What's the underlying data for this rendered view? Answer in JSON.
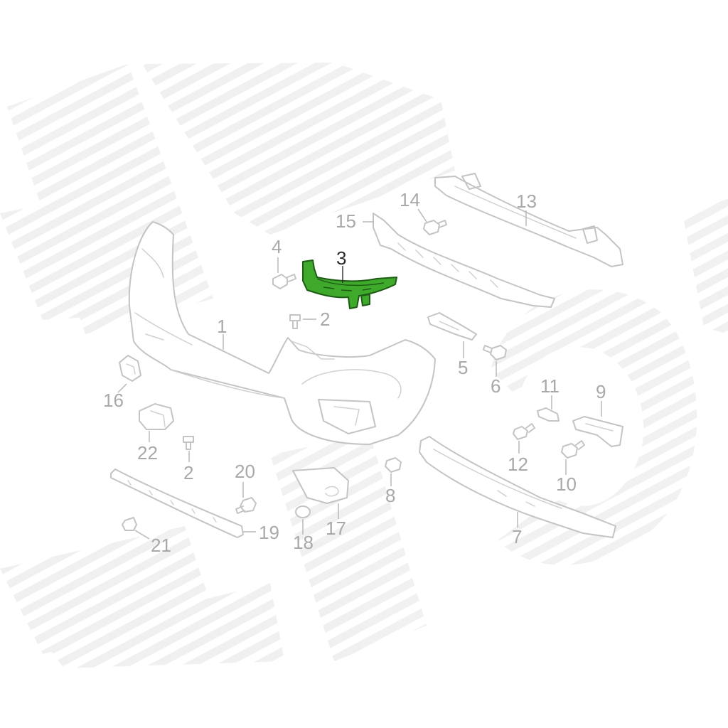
{
  "diagram": {
    "highlighted_part": "3",
    "colors": {
      "highlight": "#3fa92c",
      "highlight_outline": "#1d5c14",
      "part_outline": "#c4c4c4",
      "label": "#a9a9a9",
      "highlight_label": "#2a2a2a",
      "watermark_stripes": "#efefef"
    },
    "callouts": {
      "p1": "1",
      "p2a": "2",
      "p2b": "2",
      "p3": "3",
      "p4": "4",
      "p5": "5",
      "p6": "6",
      "p7": "7",
      "p8": "8",
      "p9": "9",
      "p10": "10",
      "p11": "11",
      "p12": "12",
      "p13": "13",
      "p14": "14",
      "p15": "15",
      "p16": "16",
      "p17": "17",
      "p18": "18",
      "p19": "19",
      "p20": "20",
      "p21": "21",
      "p22": "22"
    }
  }
}
